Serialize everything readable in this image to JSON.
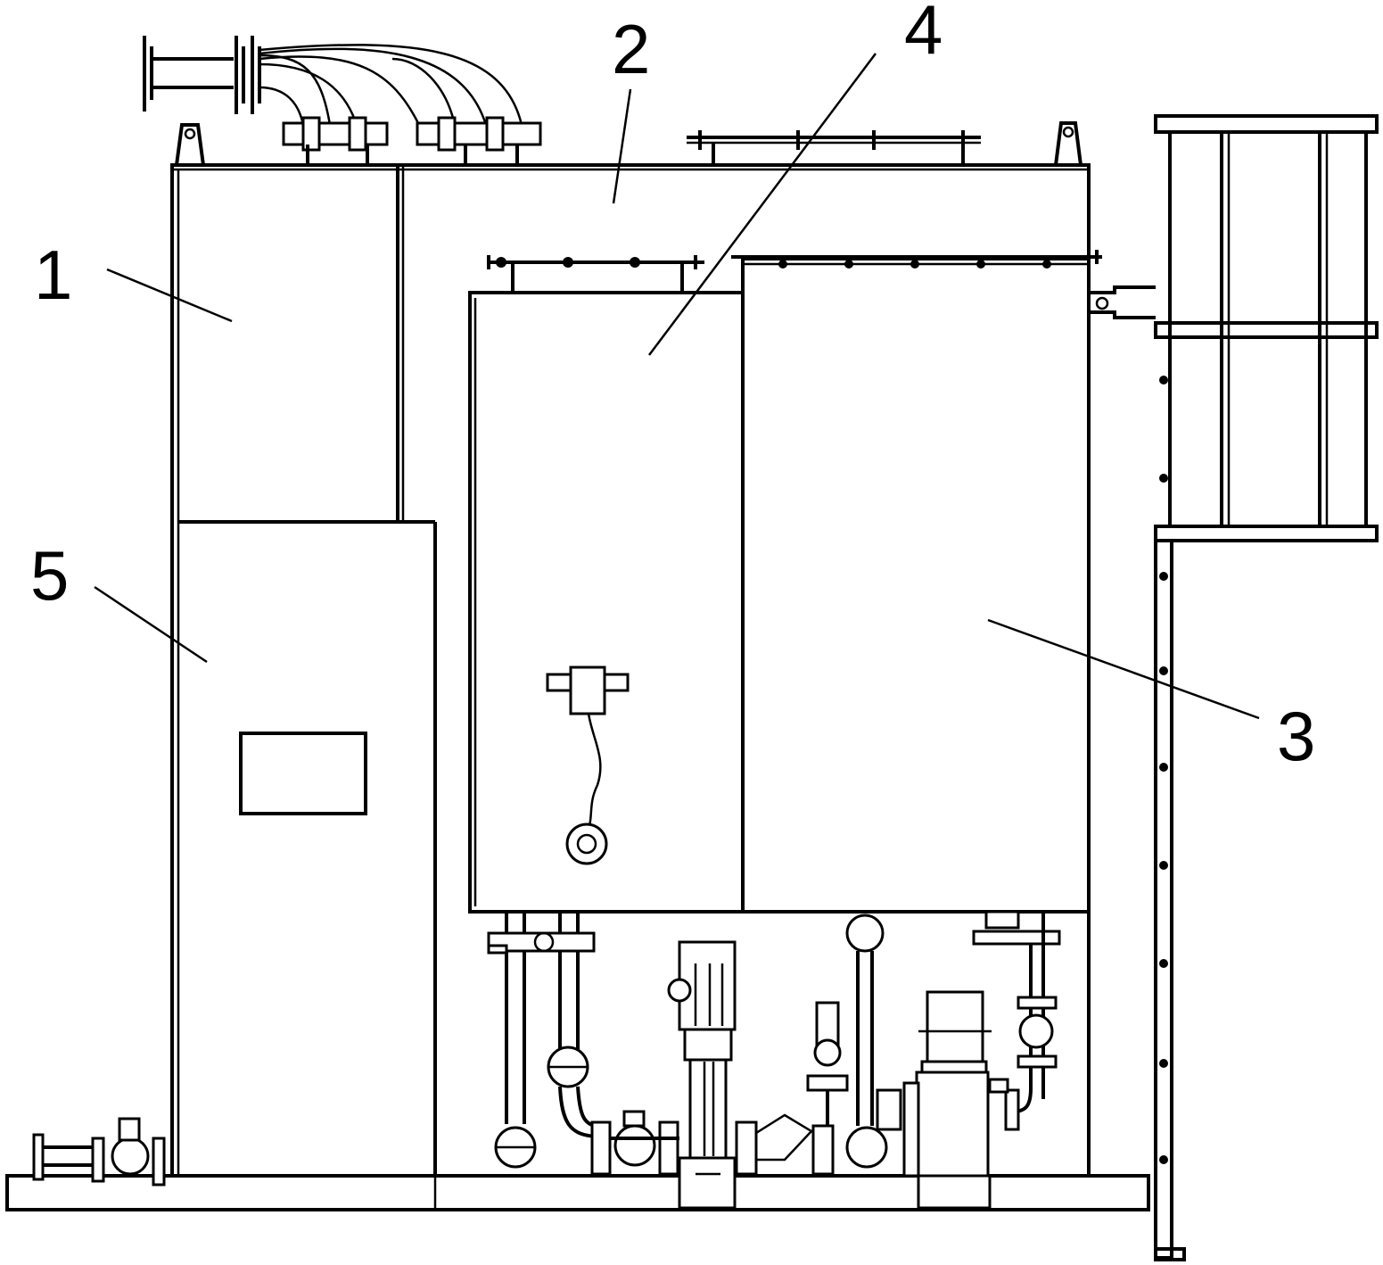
{
  "diagram": {
    "background": "#ffffff",
    "stroke_color": "#000000",
    "callouts": [
      {
        "id": "1",
        "text": "1"
      },
      {
        "id": "2",
        "text": "2"
      },
      {
        "id": "3",
        "text": "3"
      },
      {
        "id": "4",
        "text": "4"
      },
      {
        "id": "5",
        "text": "5"
      }
    ]
  }
}
